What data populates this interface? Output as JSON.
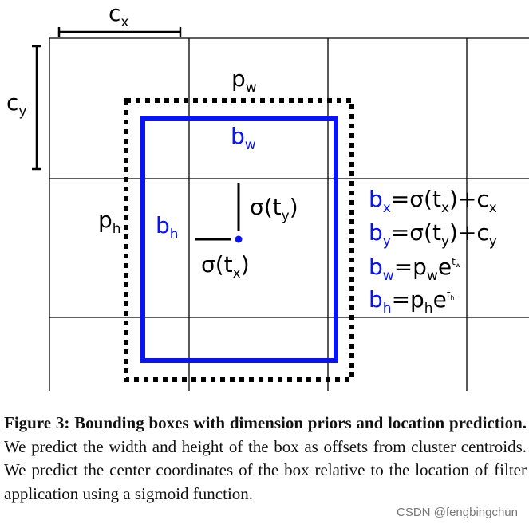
{
  "diagram": {
    "cx": {
      "base": "c",
      "sub": "x"
    },
    "cy": {
      "base": "c",
      "sub": "y"
    },
    "pw": {
      "base": "p",
      "sub": "w"
    },
    "ph": {
      "base": "p",
      "sub": "h"
    },
    "bw": {
      "base": "b",
      "sub": "w"
    },
    "bh": {
      "base": "b",
      "sub": "h"
    },
    "sigma_ty": {
      "pre": "σ(t",
      "sub": "y",
      "post": ")"
    },
    "sigma_tx": {
      "pre": "σ(t",
      "sub": "x",
      "post": ")"
    },
    "equations": [
      {
        "lhs": "b",
        "lhs_sub": "x",
        "mid": "=σ(t",
        "mid_sub": "x",
        "end": ")+c",
        "end_sub": "x"
      },
      {
        "lhs": "b",
        "lhs_sub": "y",
        "mid": "=σ(t",
        "mid_sub": "y",
        "end": ")+c",
        "end_sub": "y"
      },
      {
        "lhs": "b",
        "lhs_sub": "w",
        "mid": "=p",
        "mid_sub": "w",
        "end": "e",
        "end_sup": "t",
        "end_sup_sub": "w"
      },
      {
        "lhs": "b",
        "lhs_sub": "h",
        "mid": "=p",
        "mid_sub": "h",
        "end": "e",
        "end_sup": "t",
        "end_sup_sub": "h"
      }
    ],
    "colors": {
      "ink": "#000000",
      "box": "#0a14f0"
    }
  },
  "caption": {
    "bold": "Figure 3: Bounding boxes with dimension priors and location prediction.",
    "text": " We predict the width and height of the box as offsets from cluster centroids. We predict the center coordinates of the box relative to the location of filter application using a sigmoid function."
  },
  "watermark": "CSDN @fengbingchun"
}
